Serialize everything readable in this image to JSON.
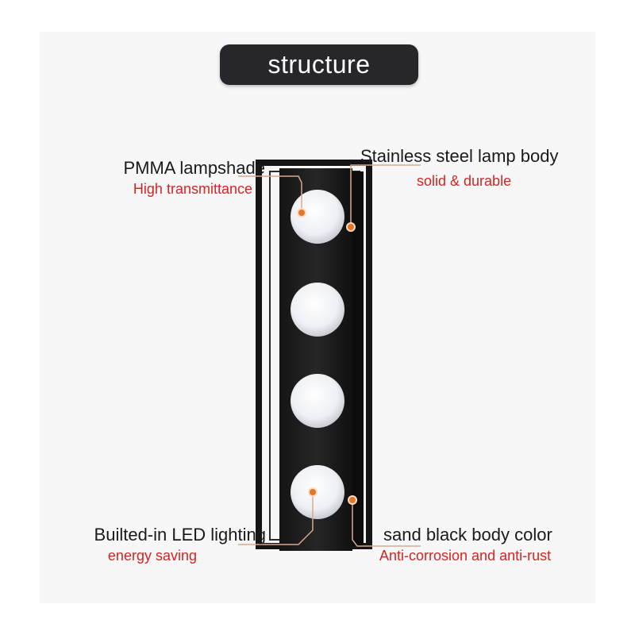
{
  "title": "structure",
  "callouts": {
    "lampshade": {
      "label": "PMMA lampshade",
      "sub": "High transmittance"
    },
    "body": {
      "label": "Stainless steel lamp body",
      "sub": "solid & durable"
    },
    "led": {
      "label": "Builted-in LED lighting",
      "sub": "energy saving"
    },
    "color": {
      "label": "sand black body color",
      "sub": "Anti-corrosion and anti-rust"
    }
  },
  "colors": {
    "pill": "#26262b",
    "accent_text": "#d42424",
    "marker": "#e0782a",
    "lamp_body": "#1b1b1b"
  }
}
